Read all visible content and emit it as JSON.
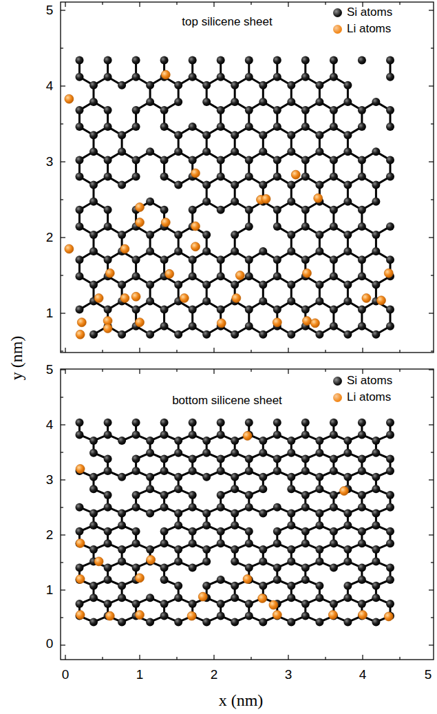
{
  "diagram": {
    "labels": [
      "top silicene sheet",
      "bottom silicene sheet",
      "5",
      "4",
      "3",
      "2",
      "1",
      "5",
      "4",
      "3",
      "2",
      "1",
      "0",
      "0",
      "1",
      "2",
      "3",
      "4",
      "5",
      "y (nm)",
      "x (nm)"
    ],
    "legend": [
      {
        "text": "Si atoms",
        "color": "#111111"
      },
      {
        "text": "Li atoms",
        "color": "#f28a1e"
      },
      {
        "text": "Si atoms",
        "color": "#111111"
      },
      {
        "text": "Li atoms",
        "color": "#f28a1e"
      }
    ]
  }
}
